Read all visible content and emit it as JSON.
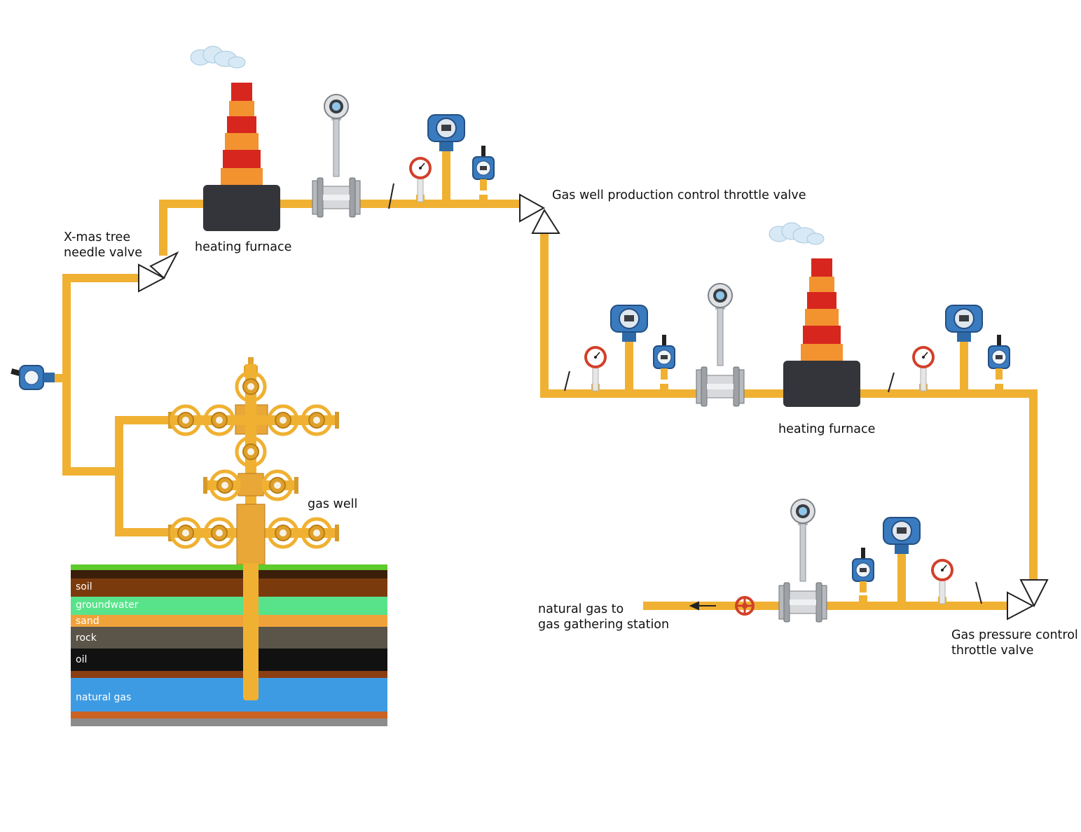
{
  "labels": {
    "xmas_valve": "X-mas tree",
    "xmas_valve_line2": "needle valve",
    "furnace_1": "heating furnace",
    "furnace_2": "heating furnace",
    "production_valve": "Gas well production control throttle valve",
    "gas_well": "gas well",
    "outlet": "natural gas to",
    "outlet_line2": "gas gathering station",
    "pressure_valve": "Gas pressure control",
    "pressure_valve_line2": "throttle valve"
  },
  "strata": [
    {
      "name": "soil",
      "color": "#7b3a0c"
    },
    {
      "name": "groundwater",
      "color": "#58e38a"
    },
    {
      "name": "sand",
      "color": "#f0a23a"
    },
    {
      "name": "rock",
      "color": "#5b5448"
    },
    {
      "name": "oil",
      "color": "#111111"
    },
    {
      "name": "natural gas",
      "color": "#3d9be4"
    }
  ],
  "colors": {
    "pipe": "#f0b132",
    "pipe_edge": "#c98c17",
    "furnace_body": "#34353a",
    "chimney_red": "#d7261e",
    "chimney_orange": "#f29330",
    "instrument_blue": "#3a7bc0",
    "gauge_red": "#d2402a",
    "grass": "#5ecb2d"
  },
  "icons": [
    "chimney-icon",
    "smoke-icon",
    "vortex-flowmeter-icon",
    "pressure-gauge-icon",
    "pressure-transmitter-icon",
    "temperature-transmitter-icon",
    "throttle-valve-icon",
    "gate-valve-icon",
    "flow-arrow-icon",
    "wellhead-icon"
  ]
}
